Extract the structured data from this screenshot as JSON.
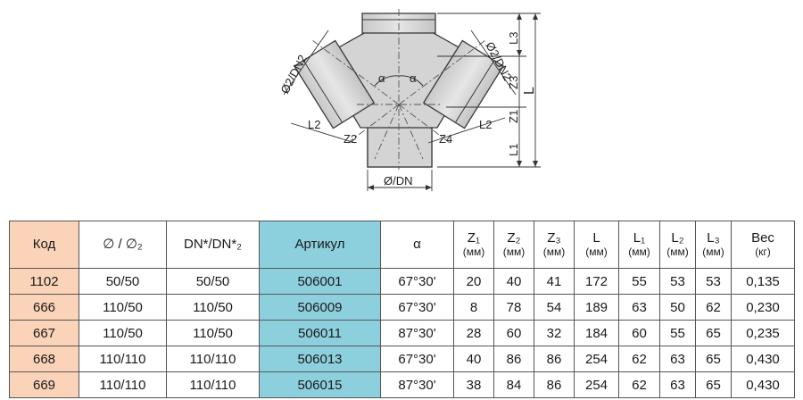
{
  "drawing": {
    "labels": {
      "diam_left": "Ø2/DN2",
      "diam_right": "Ø2/DN2",
      "diam_bottom": "Ø/DN",
      "alpha_left": "α",
      "alpha_right": "α",
      "l2_left": "L2",
      "z2_left": "Z2",
      "z4_right": "Z4",
      "l2_right": "L2",
      "l3": "L3",
      "z3": "Z3",
      "l": "L",
      "z1": "Z1",
      "l1": "L1"
    }
  },
  "table": {
    "headers": [
      {
        "main": "Код",
        "unit": ""
      },
      {
        "main": "∅ / ∅₂",
        "unit": ""
      },
      {
        "main": "DN*/DN*₂",
        "unit": ""
      },
      {
        "main": "Артикул",
        "unit": ""
      },
      {
        "main": "α",
        "unit": ""
      },
      {
        "main": "Z₁",
        "unit": "(мм)"
      },
      {
        "main": "Z₂",
        "unit": "(мм)"
      },
      {
        "main": "Z₃",
        "unit": "(мм)"
      },
      {
        "main": "L",
        "unit": "(мм)"
      },
      {
        "main": "L₁",
        "unit": "(мм)"
      },
      {
        "main": "L₂",
        "unit": "(мм)"
      },
      {
        "main": "L₃",
        "unit": "(мм)"
      },
      {
        "main": "Вес",
        "unit": "(кг)"
      }
    ],
    "rows": [
      [
        "1102",
        "50/50",
        "50/50",
        "506001",
        "67°30'",
        "20",
        "40",
        "41",
        "172",
        "55",
        "53",
        "53",
        "0,135"
      ],
      [
        "666",
        "110/50",
        "110/50",
        "506009",
        "67°30'",
        "8",
        "78",
        "54",
        "189",
        "63",
        "50",
        "62",
        "0,230"
      ],
      [
        "667",
        "110/50",
        "110/50",
        "506011",
        "87°30'",
        "28",
        "60",
        "32",
        "184",
        "60",
        "55",
        "65",
        "0,235"
      ],
      [
        "668",
        "110/110",
        "110/110",
        "506013",
        "67°30'",
        "40",
        "86",
        "86",
        "254",
        "62",
        "63",
        "65",
        "0,430"
      ],
      [
        "669",
        "110/110",
        "110/110",
        "506015",
        "87°30'",
        "38",
        "84",
        "86",
        "254",
        "62",
        "63",
        "65",
        "0,430"
      ]
    ]
  },
  "colors": {
    "code_column": "#fbd3b8",
    "article_column": "#8cd0de",
    "fitting_fill": "#d4d4d4",
    "outline": "#3a3a3a"
  }
}
